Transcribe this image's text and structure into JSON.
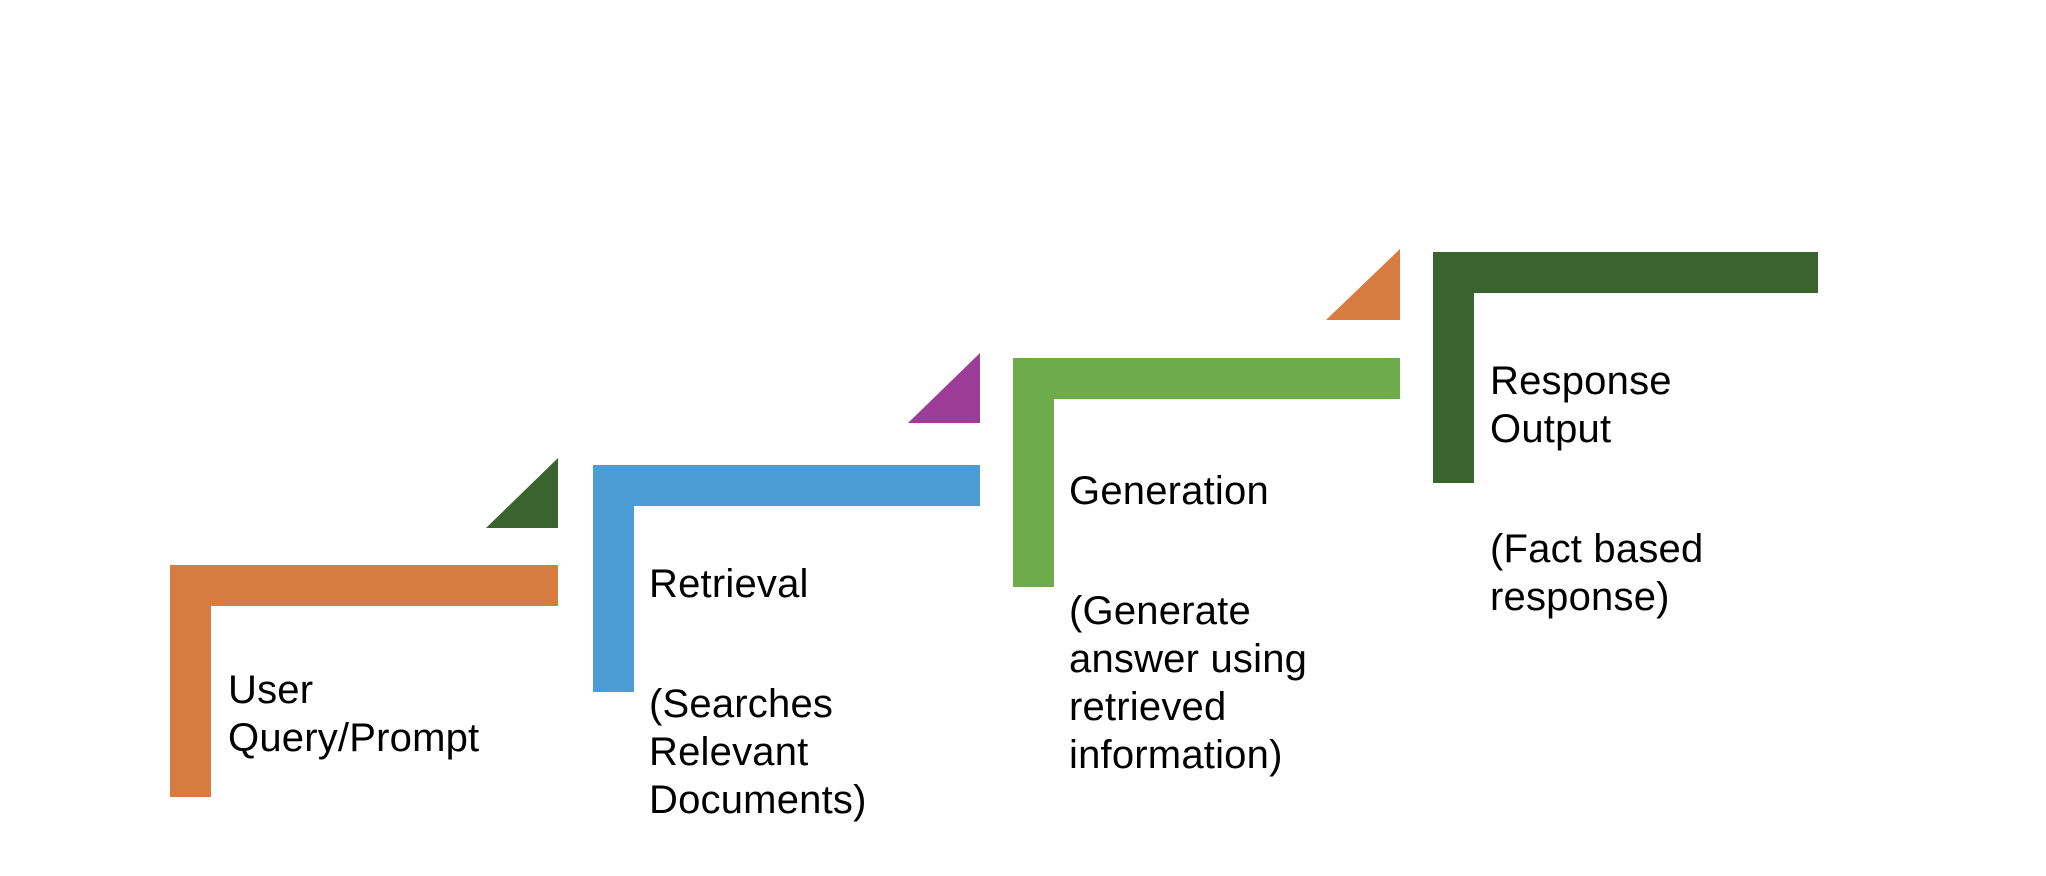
{
  "diagram": {
    "background_color": "#FFFFFF",
    "text_color": "#000000",
    "steps": [
      {
        "id": "user-query-prompt",
        "title": "User\nQuery/Prompt",
        "subtitle": "",
        "color": "#D87B41"
      },
      {
        "id": "retrieval",
        "title": "Retrieval",
        "subtitle": "(Searches\nRelevant\nDocuments)",
        "color": "#4C9CD5"
      },
      {
        "id": "generation",
        "title": "Generation",
        "subtitle": "(Generate\nanswer using\nretrieved\ninformation)",
        "color": "#6DAB4B"
      },
      {
        "id": "response-output",
        "title": "Response\nOutput",
        "subtitle": "(Fact based\nresponse)",
        "color": "#39642D"
      }
    ],
    "step_arrows": [
      {
        "id": "arrow-to-retrieval",
        "color": "#39642D"
      },
      {
        "id": "arrow-to-generation",
        "color": "#9C3C96"
      },
      {
        "id": "arrow-to-response-output",
        "color": "#D87B41"
      }
    ]
  }
}
